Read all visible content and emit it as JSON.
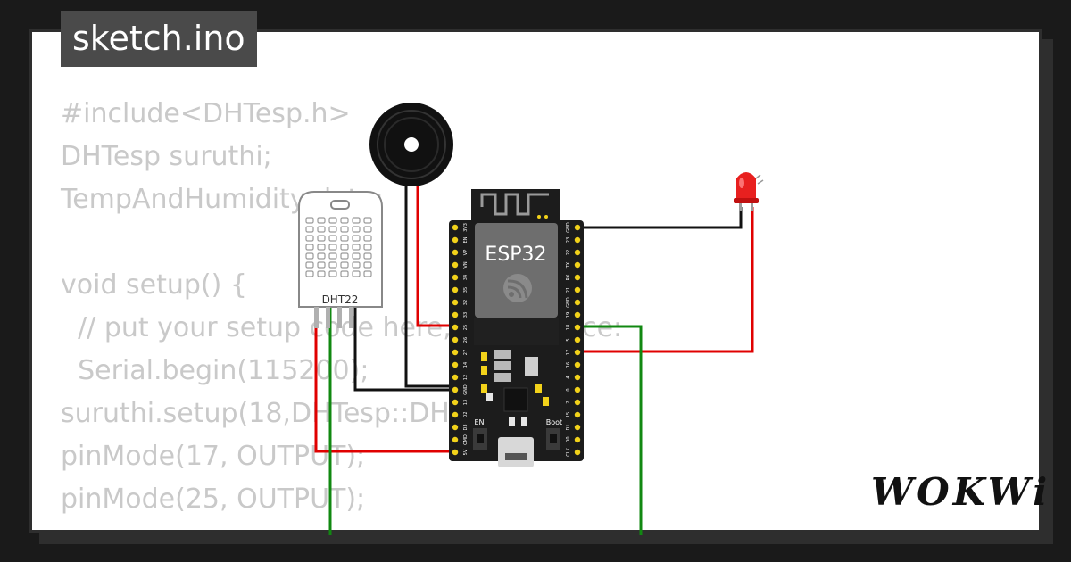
{
  "editor": {
    "filename": "sketch.ino",
    "code_lines": [
      "#include<DHTesp.h>",
      "DHTesp suruthi;",
      "TempAndHumidity data;",
      "",
      "void setup() {",
      "  // put your setup code here, to run once:",
      "  Serial.begin(115200);",
      "suruthi.setup(18,DHTesp::DHT22);",
      "pinMode(17, OUTPUT);",
      "pinMode(25, OUTPUT);",
      "}"
    ]
  },
  "diagram": {
    "board_label": "ESP32",
    "sensor_label": "DHT22",
    "button_en": "EN",
    "button_boot": "Boot",
    "left_pins": [
      "3V3",
      "EN",
      "VP",
      "VN",
      "34",
      "35",
      "32",
      "33",
      "25",
      "26",
      "27",
      "14",
      "12",
      "GND",
      "13",
      "D2",
      "D3",
      "CMD",
      "5V"
    ],
    "right_pins": [
      "GND",
      "23",
      "22",
      "TX",
      "RX",
      "21",
      "GND",
      "19",
      "18",
      "5",
      "17",
      "16",
      "4",
      "0",
      "2",
      "15",
      "D1",
      "D0",
      "CLK"
    ],
    "colors": {
      "wire_red": "#e00000",
      "wire_black": "#111111",
      "wire_green": "#118811",
      "led_red": "#e8201f",
      "board": "#1c1c1c",
      "pin": "#f2d21a",
      "module": "#6e6e6e"
    }
  },
  "brand": {
    "logo_text": "WOKWi"
  }
}
